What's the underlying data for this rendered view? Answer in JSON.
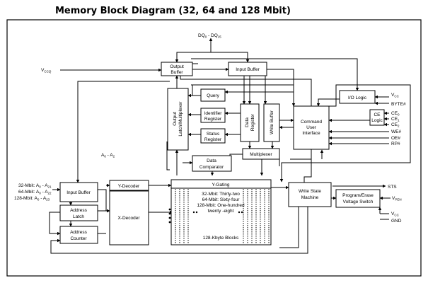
{
  "title": "Memory Block Diagram (32, 64 and 128 Mbit)",
  "blocks": {
    "output_buffer": [
      "Output",
      "Buffer"
    ],
    "input_buffer_top": "Input Buffer",
    "io_logic": "I/O Logic",
    "query": "Query",
    "identifier_register": [
      "Identifier",
      "Register"
    ],
    "status_register": [
      "Status",
      "Register"
    ],
    "output_latch_multiplexer": [
      "Output",
      "Latch/Multiplexer"
    ],
    "data_register": [
      "Data",
      "Register"
    ],
    "write_buffer": "Write Buffer",
    "command_user_interface": [
      "Command",
      "User",
      "Interface"
    ],
    "ce_logic": [
      "CE",
      "Logic"
    ],
    "multiplexer": "Multiplexer",
    "data_comparator": [
      "Data",
      "Comparator"
    ],
    "input_buffer_left": "Input Buffer",
    "address_latch": [
      "Address",
      "Latch"
    ],
    "address_counter": [
      "Address",
      "Counter"
    ],
    "y_decoder": "Y-Decoder",
    "x_decoder": "X-Decoder",
    "y_gating": "Y-Gating",
    "array_lines": [
      "32-Mbit: Thirty-two",
      "64-Mbit: Sixty-four",
      "128-Mbit: One-hundred",
      "twenty -eight"
    ],
    "blocks_label": "128-Kbyte Blocks",
    "write_state_machine": [
      "Write State",
      "Machine"
    ],
    "program_erase_switch": [
      "Program/Erase",
      "Voltage Switch"
    ]
  },
  "signals": {
    "dq_base": "DQ",
    "dq_sub0": "0",
    "dq_sep": " - DQ",
    "dq_sub1": "15",
    "vccq_base": "V",
    "vccq_sub": "CCQ",
    "vcc_base": "V",
    "vcc_sub": "CC",
    "byte": "BYTE#",
    "ce_base": "CE",
    "ce_subs": [
      "0",
      "1",
      "2"
    ],
    "we": "WE#",
    "oe": "OE#",
    "rp": "RP#",
    "a0a2_base": "A",
    "a0a2_sub0": "0",
    "a0a2_sep": " - A",
    "a0a2_sub1": "2",
    "addr_32_prefix": "32-Mbit: A",
    "addr_32_sub0": "0",
    "addr_32_sep": " - A",
    "addr_32_sub1": "21",
    "addr_64_prefix": "64-Mbit: A",
    "addr_64_sub0": "0",
    "addr_64_sep": " - A",
    "addr_64_sub1": "22",
    "addr_128_prefix": "128-Mbit: A",
    "addr_128_sub0": "0",
    "addr_128_sep": " - A",
    "addr_128_sub1": "23",
    "sts": "STS",
    "vpen_base": "V",
    "vpen_sub": "PEN",
    "vcc2_base": "V",
    "vcc2_sub": "CC",
    "gnd": "GND"
  }
}
